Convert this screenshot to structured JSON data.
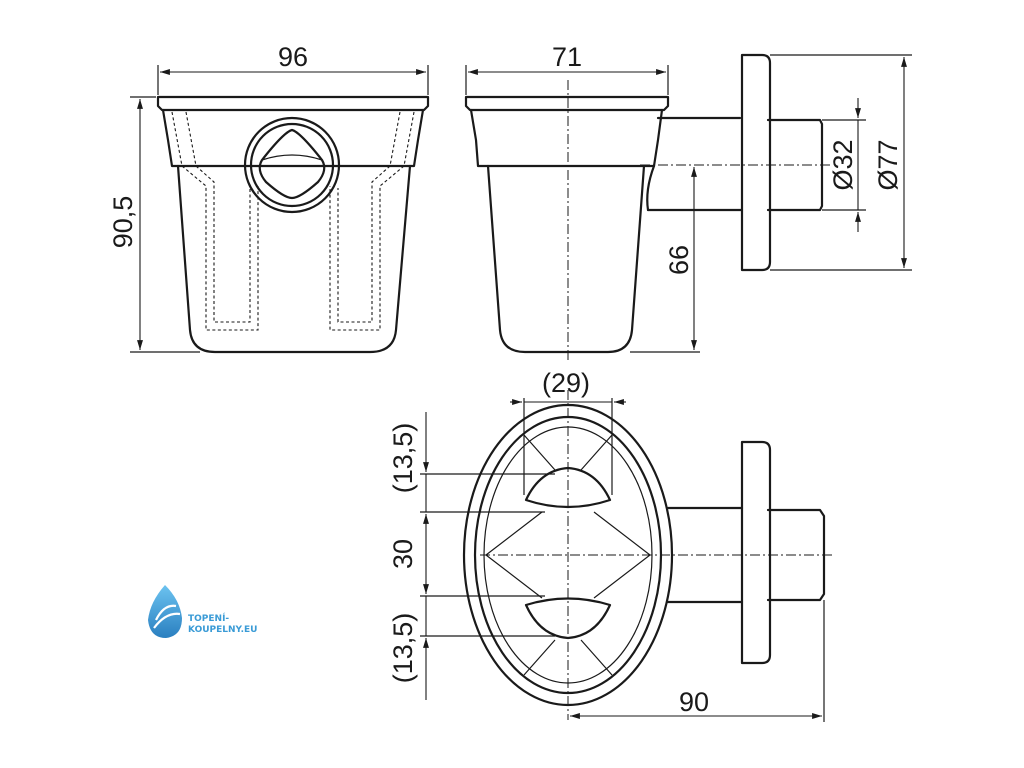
{
  "dimensions": {
    "top_width": "96",
    "side_width": "71",
    "height": "90,5",
    "outlet_height": "66",
    "outlet_inner_diameter": "Ø32",
    "flange_diameter": "Ø77",
    "grate_width": "(29)",
    "upper_offset": "(13,5)",
    "center_spacing": "30",
    "lower_offset": "(13,5)",
    "outlet_length": "90"
  },
  "logo": {
    "line1": "TOPENÍ-",
    "line2": "KOUPELNY.EU",
    "color": "#3a9bd6"
  }
}
